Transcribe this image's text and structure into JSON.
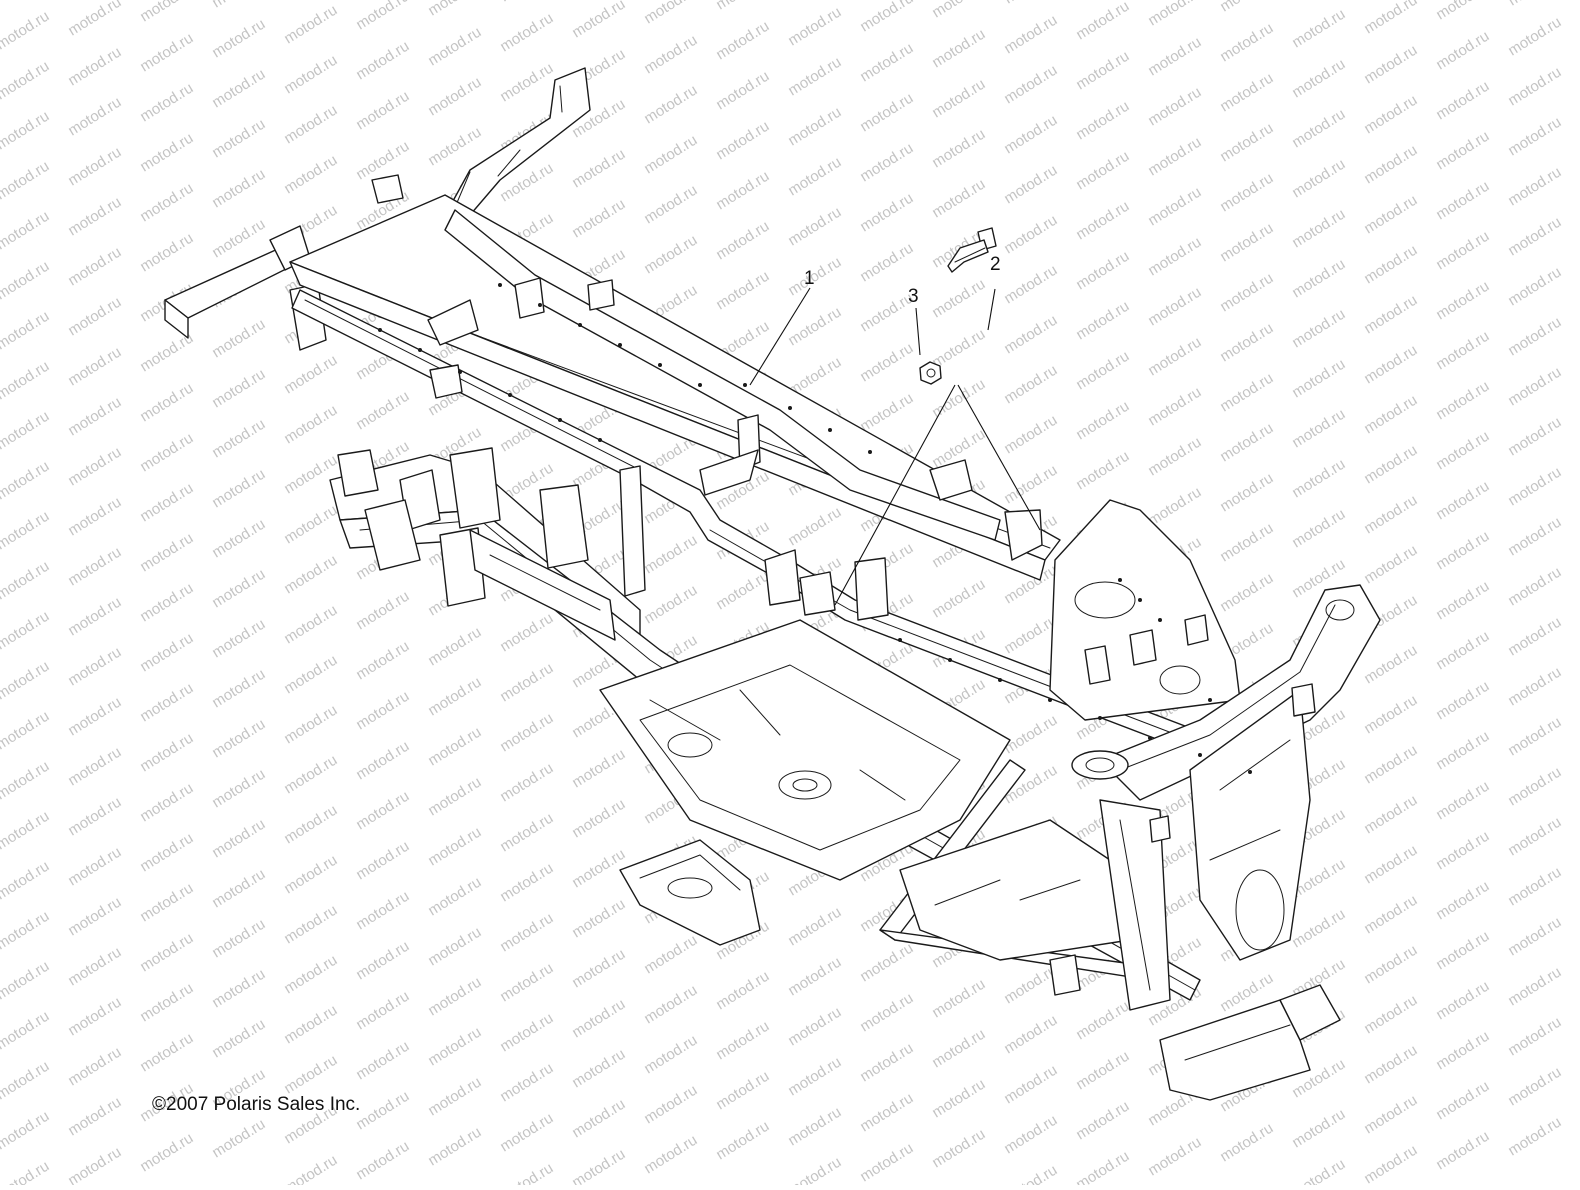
{
  "diagram": {
    "watermark_text": "motod.ru",
    "copyright": "©2007 Polaris Sales Inc.",
    "callouts": [
      {
        "id": "callout-1",
        "number": "1",
        "part": "frame"
      },
      {
        "id": "callout-2",
        "number": "2",
        "part": "bolt"
      },
      {
        "id": "callout-3",
        "number": "3",
        "part": "nut"
      }
    ],
    "colors": {
      "line": "#1a1a1a",
      "watermark": "#c4c4c4",
      "background": "#ffffff"
    }
  }
}
